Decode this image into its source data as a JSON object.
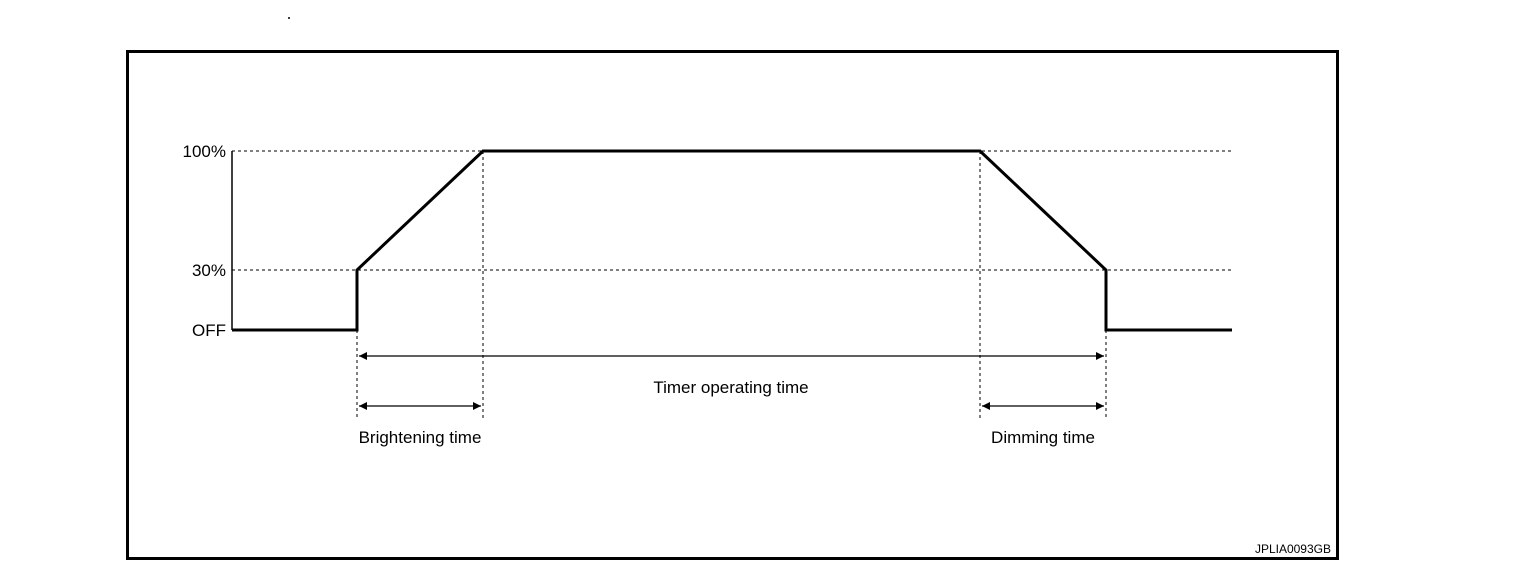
{
  "diagram": {
    "levels": [
      {
        "key": "full",
        "label": "100%"
      },
      {
        "key": "mid",
        "label": "30%"
      },
      {
        "key": "off",
        "label": "OFF"
      }
    ],
    "spans": {
      "timer": "Timer operating time",
      "brightening": "Brightening time",
      "dimming": "Dimming time"
    },
    "figure_code": "JPLIA0093GB",
    "colors": {
      "line": "#000000",
      "background": "#ffffff"
    }
  }
}
